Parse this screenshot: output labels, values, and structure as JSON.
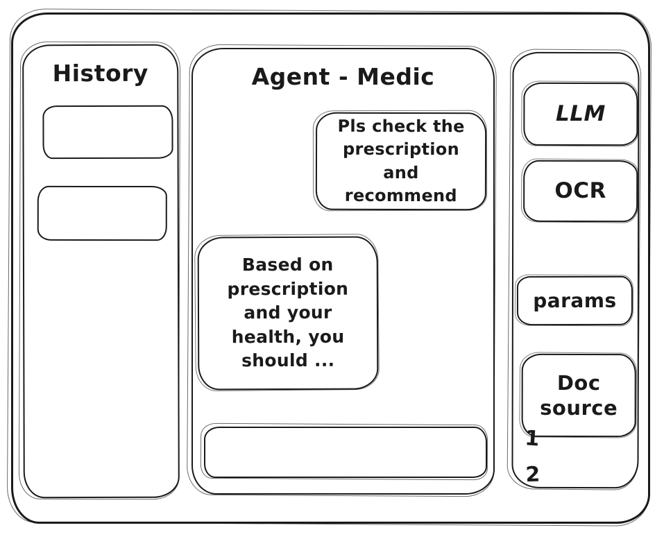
{
  "window": {
    "background": "#ffffff",
    "ink": "#1a1a1a"
  },
  "history_panel": {
    "title": "History",
    "items": [
      {
        "label": ""
      },
      {
        "label": ""
      }
    ]
  },
  "chat": {
    "title": "Agent - Medic",
    "messages": [
      {
        "role": "user",
        "text": "Pls check the prescription and recommend"
      },
      {
        "role": "assistant",
        "text": "Based on prescription and your health, you should ..."
      }
    ],
    "input": {
      "value": "",
      "placeholder": ""
    }
  },
  "tools_panel": {
    "buttons": [
      {
        "label": "LLM"
      },
      {
        "label": "OCR"
      },
      {
        "label": "params"
      },
      {
        "label": "Doc source"
      }
    ],
    "doc_source_items": [
      "1",
      "2"
    ]
  }
}
